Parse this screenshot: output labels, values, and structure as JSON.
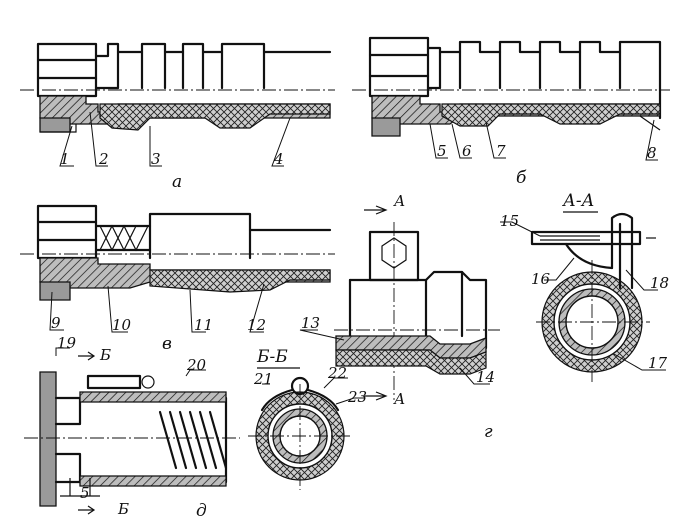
{
  "labels": {
    "n1": "1",
    "n2": "2",
    "n3": "3",
    "n4": "4",
    "n5": "5",
    "n6": "6",
    "n7": "7",
    "n8": "8",
    "n9": "9",
    "n10": "10",
    "n11": "11",
    "n12": "12",
    "n13": "13",
    "n14": "14",
    "n15": "15",
    "n16": "16",
    "n17": "17",
    "n18": "18",
    "n19": "19",
    "n20": "20",
    "n21": "21",
    "n22": "22",
    "n23": "23"
  },
  "captions": {
    "a": "а",
    "b": "б",
    "v": "в",
    "g": "г",
    "d": "д"
  },
  "sections": {
    "aa_title": "А-А",
    "bb_title": "Б-Б",
    "a_mark": "А",
    "b_mark": "Б",
    "dim5": "5"
  }
}
